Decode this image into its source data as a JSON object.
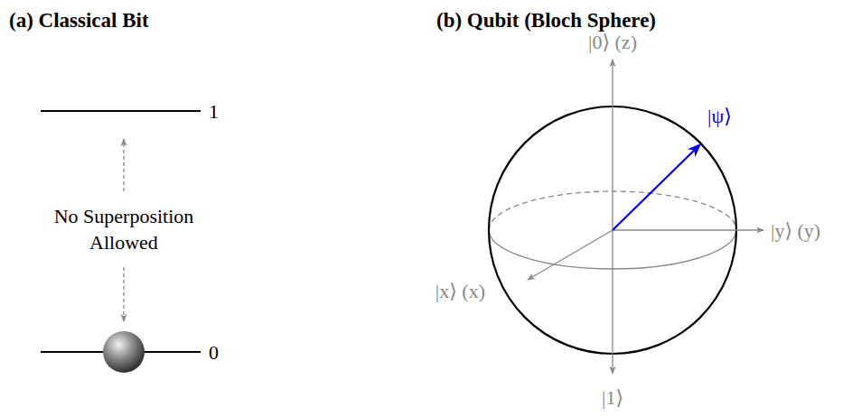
{
  "diagram": {
    "labels": [
      "(a) Classical Bit",
      "(b) Qubit (Bloch Sphere)",
      "1",
      "No Superposition Allowed",
      "0",
      "|0⟩ (z)",
      "|ψ⟩",
      "|y⟩ (y)",
      "|x⟩ (x)",
      "|1⟩"
    ]
  }
}
